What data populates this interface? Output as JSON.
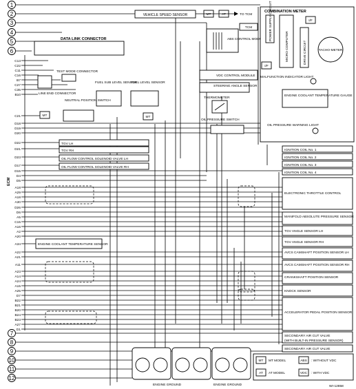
{
  "connectors": [
    "1",
    "2",
    "3",
    "4",
    "5",
    "6",
    "7",
    "8",
    "9",
    "10",
    "11",
    "12"
  ],
  "ecm_label": "ECM",
  "top_labels": {
    "vehicle_speed_sensor": "VEHICLE SPEED SENSOR",
    "to_tcm_1": "TO TCM",
    "tcm": "TCM",
    "combination_meter": "COMBINATION METER",
    "data_link_connector": "DATA LINK CONNECTOR",
    "abs_control_module": "ABS CONTROL MODULE",
    "power_supply_circuit": "POWER SUPPLY CIRCUIT",
    "micro_computer": "MICRO COMPUTER",
    "drive_circuit": "DRIVE CIRCUIT",
    "tachometer": "TACHO-METER",
    "if1": "I/F",
    "if2": "I/F",
    "test_mode_connector": "TEST MODE CONNECTOR",
    "line_end_connector": "LINE END CONNECTOR",
    "fuel_sub_level_sensor": "FUEL SUB LEVEL SENSOR",
    "fuel_level_sensor": "FUEL LEVEL SENSOR",
    "vdc_control_module": "VDC CONTROL MODULE",
    "steering_angle_sensor": "STEERING ANGLE SENSOR",
    "malfunction_indicator_light": "MALFUNCTION INDICATOR LIGHT",
    "neutral_position_switch": "NEUTRAL POSITION SWITCH",
    "thermometer": "THERMOMETER",
    "engine_coolant_temperature_gauge": "ENGINE COOLANT TEMPERATURE GAUGE",
    "oil_pressure_switch": "OIL PRESSURE SWITCH",
    "oil_pressure_warning_light": "OIL PRESSURE WARNING LIGHT",
    "mt": "MT",
    "at": "AT"
  },
  "left_boxes": {
    "tgv_lh": "TGV LH",
    "tgv_rh": "TGV RH",
    "ofcsv_lh": "OIL FLOW CONTROL SOLENOID VALVE LH",
    "ofcsv_rh": "OIL FLOW CONTROL SOLENOID VALVE RH",
    "ect_sensor": "ENGINE COOLANT TEMPERATURE SENSOR"
  },
  "right_boxes": [
    "IGNITION COIL No. 1",
    "IGNITION COIL No. 2",
    "IGNITION COIL No. 3",
    "IGNITION COIL No. 4",
    "ELECTRONIC THROTTLE CONTROL",
    "MANIFOLD ABSOLUTE PRESSURE SENSOR",
    "TGV ANGLE SENSOR LH",
    "TGV ANGLE SENSOR RH",
    "AVCS CAMSHAFT POSITION SENSOR LH",
    "AVCS CAMSHAFT POSITION SENSOR RH",
    "CRANKSHAFT POSITION SENSOR",
    "KNOCK SENSOR",
    "ACCELERATOR PEDAL POSITION SENSOR",
    "SECONDARY AIR CUT VALVE",
    "(WITH BUILT-IN PRESSURE SENSOR)",
    "SECONDARY AIR CUT VALVE"
  ],
  "pins_upper": [
    "C13",
    "C22",
    "C11",
    "C16",
    "B7",
    "C27",
    "C35",
    "B10"
  ],
  "pin_c21": "C21",
  "pins_mid": [
    "D18",
    "D19",
    "D20",
    "D22",
    "D21",
    "D23",
    "D17",
    "D15",
    "D4",
    "D5"
  ],
  "pins_lower": [
    "A18",
    "A29",
    "A18",
    "A30",
    "D26",
    "D6",
    "A5",
    "C15",
    "A16",
    "A2",
    "A20",
    "A34",
    "A22",
    "A21",
    "A11",
    "A23",
    "A14",
    "A24",
    "A15",
    "A25",
    "D7",
    "B22",
    "B21",
    "B20",
    "B24",
    "B23",
    "A27",
    "D1"
  ],
  "engine_ground_1": "ENGINE GROUND",
  "engine_ground_2": "ENGINE GROUND",
  "legend": {
    "mt": "MT",
    "mt_model": "MT MODEL",
    "abs": "ABS",
    "without_vdc": ": WITHOUT VDC",
    "at": "AT",
    "at_model": "AT MODEL",
    "vdc": "VDC",
    "with_vdc": ": WITH VDC"
  },
  "figure_id": "WI-12858"
}
